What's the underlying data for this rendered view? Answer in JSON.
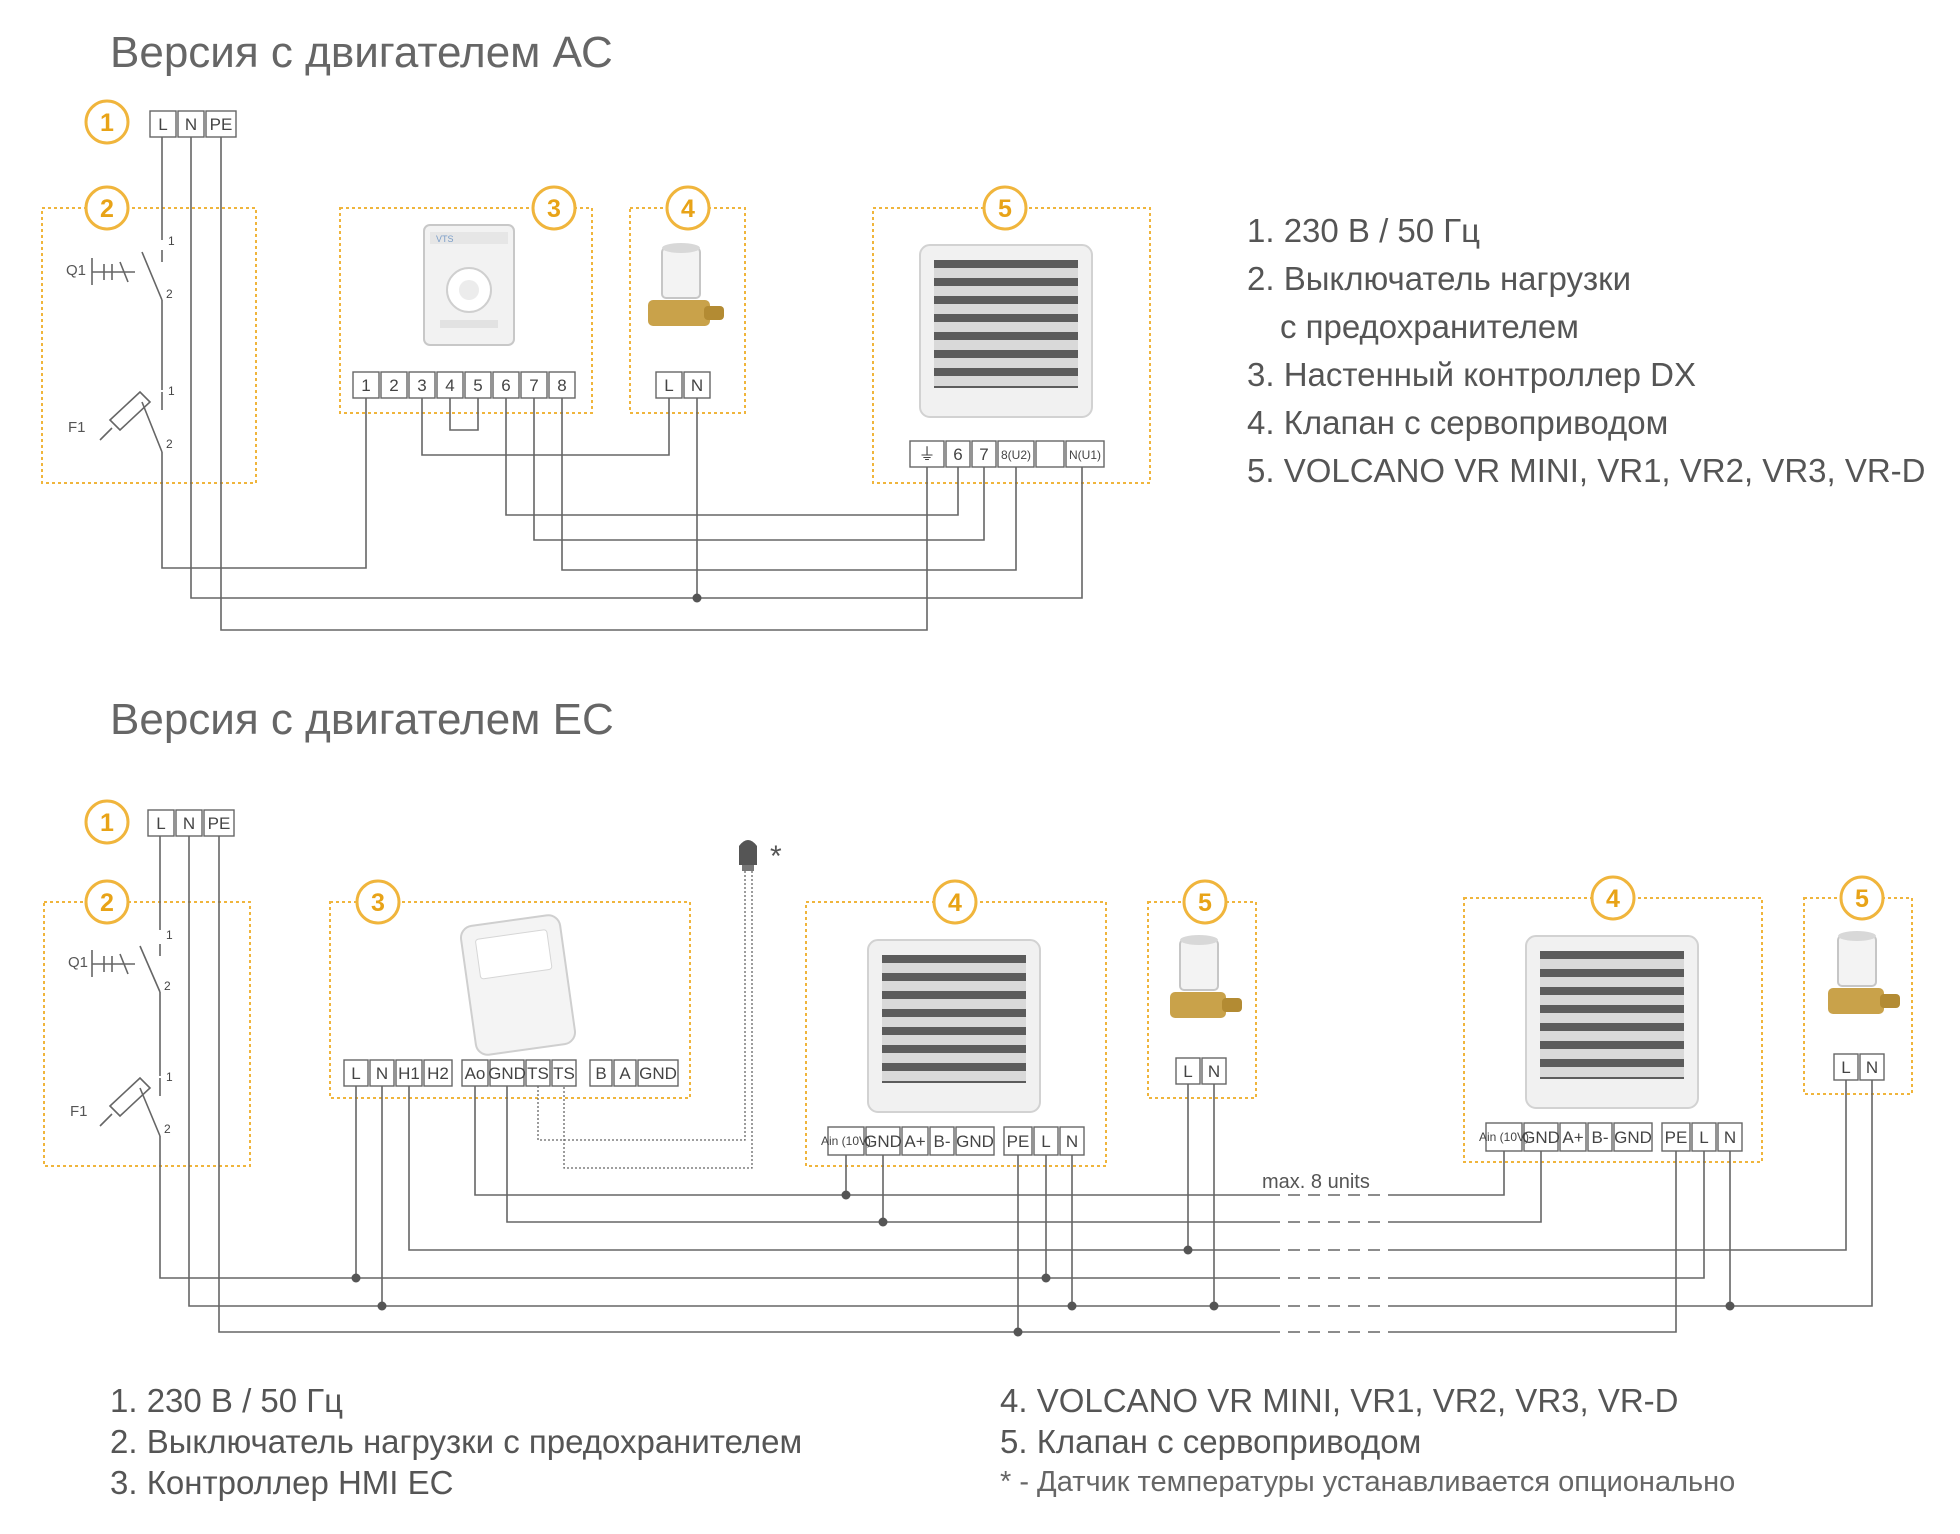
{
  "ac": {
    "title": "Версия с двигателем АС",
    "badges": [
      "1",
      "2",
      "3",
      "4",
      "5"
    ],
    "power_terminals": [
      "L",
      "N",
      "PE"
    ],
    "switch_labels": {
      "q1": "Q1",
      "f1": "F1",
      "pin1": "1",
      "pin2": "2"
    },
    "controller_terminals": [
      "1",
      "2",
      "3",
      "4",
      "5",
      "6",
      "7",
      "8"
    ],
    "valve_terminals": [
      "L",
      "N"
    ],
    "heater_terminals": [
      "⏚",
      "6",
      "7",
      "8(U2)",
      "",
      "N(U1)"
    ],
    "legend": [
      "1. 230 В / 50 Гц",
      "2. Выключатель нагрузки",
      "с предохранителем",
      "3. Настенный контроллер DX",
      "4. Клапан с сервоприводом",
      "5. VOLCANO VR MINI, VR1, VR2, VR3, VR-D"
    ]
  },
  "ec": {
    "title": "Версия с двигателем ЕС",
    "badges": [
      "1",
      "2",
      "3",
      "4",
      "5",
      "4",
      "5"
    ],
    "power_terminals": [
      "L",
      "N",
      "PE"
    ],
    "switch_labels": {
      "q1": "Q1",
      "f1": "F1",
      "pin1": "1",
      "pin2": "2"
    },
    "hmi_terminals_power": [
      "L",
      "N",
      "H1",
      "H2"
    ],
    "hmi_terminals_signal": [
      "Ao",
      "GND",
      "TS",
      "TS"
    ],
    "hmi_terminals_bus": [
      "B",
      "A",
      "GND"
    ],
    "heater_terminals_signal": [
      "Ain (10V)",
      "GND",
      "A+",
      "B-",
      "GND"
    ],
    "heater_terminals_power": [
      "PE",
      "L",
      "N"
    ],
    "valve_terminals": [
      "L",
      "N"
    ],
    "sensor_mark": "*",
    "max_units": "max. 8 units",
    "legend_left": [
      "1. 230 В / 50 Гц",
      "2. Выключатель нагрузки  с предохранителем",
      "3. Контроллер HMI EC"
    ],
    "legend_right": [
      "4. VOLCANO VR MINI, VR1, VR2, VR3, VR-D",
      "5. Клапан с сервоприводом"
    ],
    "note": "* - Датчик температуры устанавливается опционально"
  },
  "colors": {
    "accent": "#f0b53c",
    "wire": "#666666",
    "text": "#555555"
  }
}
